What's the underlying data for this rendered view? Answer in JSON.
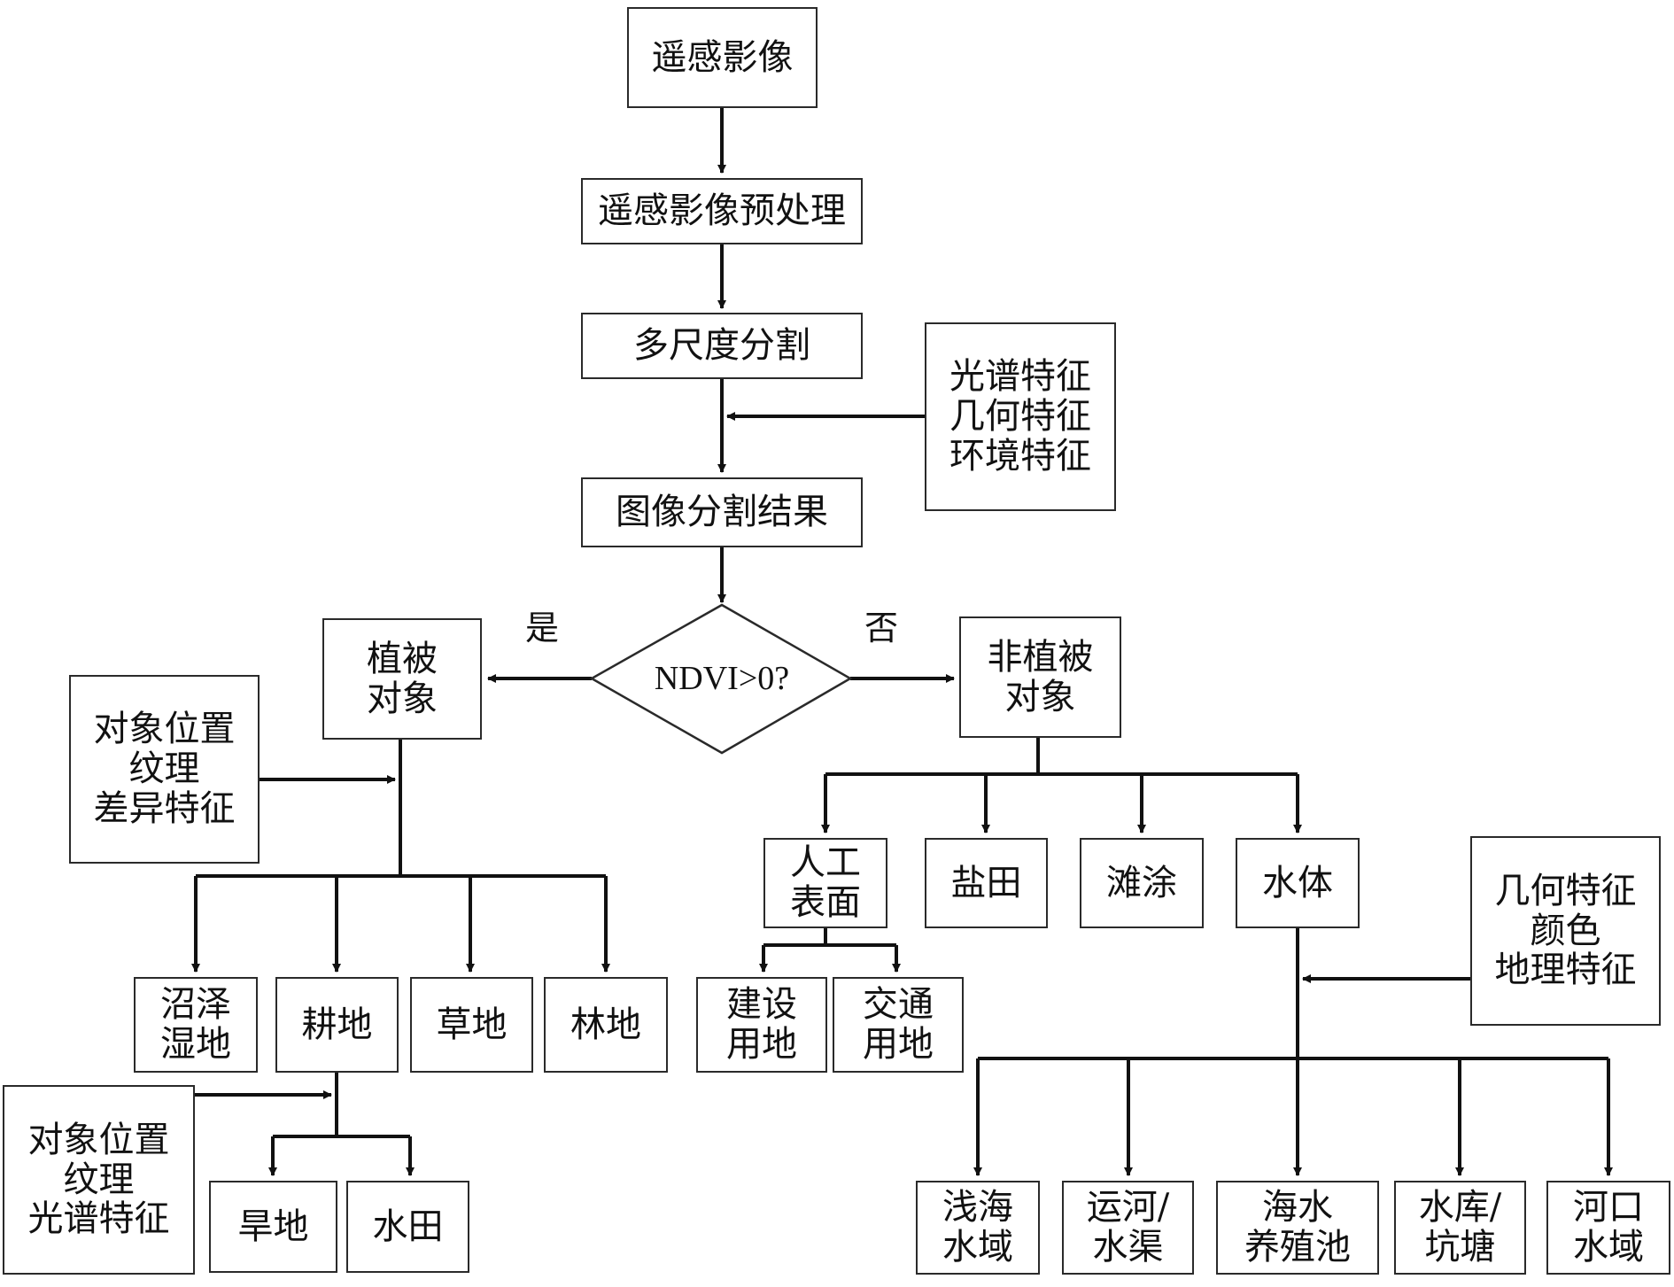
{
  "nodes": {
    "image": "遥感影像",
    "preprocess": "遥感影像预处理",
    "segment": "多尺度分割",
    "features_main": "光谱特征\n几何特征\n环境特征",
    "seg_result": "图像分割结果",
    "decision": "NDVI>0?",
    "veg": "植被\n对象",
    "nonveg": "非植被\n对象",
    "veg_features": "对象位置\n纹理\n差异特征",
    "marsh": "沼泽\n湿地",
    "cropland": "耕地",
    "grass": "草地",
    "forest": "林地",
    "crop_features": "对象位置\n纹理\n光谱特征",
    "dryland": "旱地",
    "paddy": "水田",
    "artificial": "人工\n表面",
    "saltfield": "盐田",
    "tidal": "滩涂",
    "water": "水体",
    "construction": "建设\n用地",
    "traffic": "交通\n用地",
    "water_features": "几何特征\n颜色\n地理特征",
    "shallow_sea": "浅海\n水域",
    "canal": "运河/\n水渠",
    "aquaculture": "海水\n养殖池",
    "reservoir": "水库/\n坑塘",
    "estuary": "河口\n水域"
  },
  "branch_labels": {
    "yes": "是",
    "no": "否"
  }
}
